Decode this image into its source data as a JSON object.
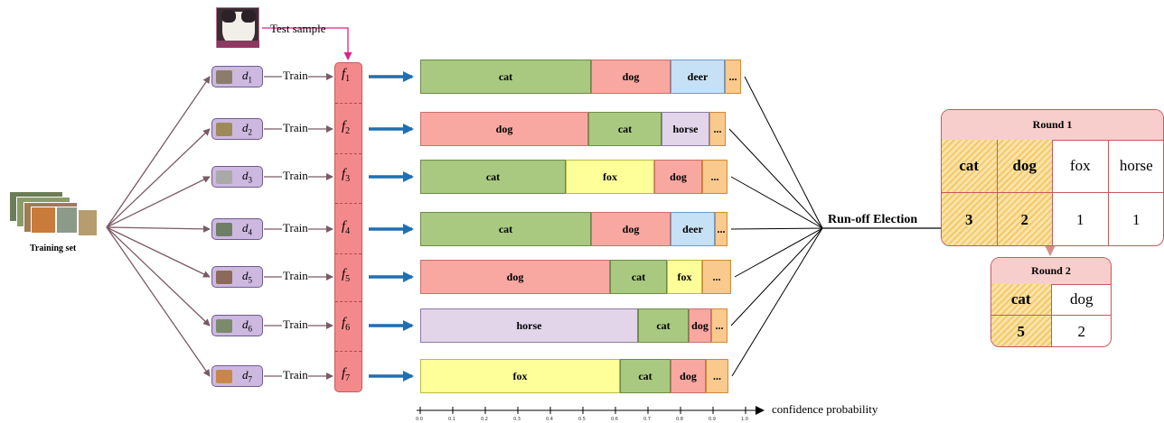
{
  "test_sample_label": "Test sample",
  "training_set_label": "Training set",
  "train_label": "Train",
  "election_label": "Run-off Election",
  "axis_label": "confidence probability",
  "axis_ticks": [
    "0.0",
    "0.1",
    "0.2",
    "0.3",
    "0.4",
    "0.5",
    "0.6",
    "0.7",
    "0.8",
    "0.9",
    "1.0"
  ],
  "datasets": [
    {
      "name": "d",
      "sub": "1"
    },
    {
      "name": "d",
      "sub": "2"
    },
    {
      "name": "d",
      "sub": "3"
    },
    {
      "name": "d",
      "sub": "4"
    },
    {
      "name": "d",
      "sub": "5"
    },
    {
      "name": "d",
      "sub": "6"
    },
    {
      "name": "d",
      "sub": "7"
    }
  ],
  "models": [
    {
      "name": "f",
      "sub": "1"
    },
    {
      "name": "f",
      "sub": "2"
    },
    {
      "name": "f",
      "sub": "3"
    },
    {
      "name": "f",
      "sub": "4"
    },
    {
      "name": "f",
      "sub": "5"
    },
    {
      "name": "f",
      "sub": "6"
    },
    {
      "name": "f",
      "sub": "7"
    }
  ],
  "colors": {
    "cat": "#a8c97f",
    "dog": "#f8a8a0",
    "deer": "#c6e0f5",
    "horse": "#e2d5ea",
    "fox": "#ffff99",
    "other": "#f9c98e"
  },
  "predictions": [
    [
      {
        "label": "cat",
        "class": "cat",
        "p": 0.54
      },
      {
        "label": "dog",
        "class": "dog",
        "p": 0.25
      },
      {
        "label": "deer",
        "class": "deer",
        "p": 0.17
      },
      {
        "label": "...",
        "class": "other",
        "p": 0.05
      }
    ],
    [
      {
        "label": "dog",
        "class": "dog",
        "p": 0.53
      },
      {
        "label": "cat",
        "class": "cat",
        "p": 0.23
      },
      {
        "label": "horse",
        "class": "horse",
        "p": 0.15
      },
      {
        "label": "...",
        "class": "other",
        "p": 0.05
      }
    ],
    [
      {
        "label": "cat",
        "class": "cat",
        "p": 0.46
      },
      {
        "label": "fox",
        "class": "fox",
        "p": 0.28
      },
      {
        "label": "dog",
        "class": "dog",
        "p": 0.15
      },
      {
        "label": "...",
        "class": "other",
        "p": 0.08
      }
    ],
    [
      {
        "label": "cat",
        "class": "cat",
        "p": 0.54
      },
      {
        "label": "dog",
        "class": "dog",
        "p": 0.25
      },
      {
        "label": "deer",
        "class": "deer",
        "p": 0.14
      },
      {
        "label": "...",
        "class": "other",
        "p": 0.04
      }
    ],
    [
      {
        "label": "dog",
        "class": "dog",
        "p": 0.6
      },
      {
        "label": "cat",
        "class": "cat",
        "p": 0.18
      },
      {
        "label": "fox",
        "class": "fox",
        "p": 0.11
      },
      {
        "label": "...",
        "class": "other",
        "p": 0.09
      }
    ],
    [
      {
        "label": "horse",
        "class": "horse",
        "p": 0.69
      },
      {
        "label": "cat",
        "class": "cat",
        "p": 0.16
      },
      {
        "label": "dog",
        "class": "dog",
        "p": 0.07
      },
      {
        "label": "...",
        "class": "other",
        "p": 0.05
      }
    ],
    [
      {
        "label": "fox",
        "class": "fox",
        "p": 0.63
      },
      {
        "label": "cat",
        "class": "cat",
        "p": 0.16
      },
      {
        "label": "dog",
        "class": "dog",
        "p": 0.11
      },
      {
        "label": "...",
        "class": "other",
        "p": 0.07
      }
    ]
  ],
  "round1": {
    "title": "Round 1",
    "candidates": [
      "cat",
      "dog",
      "fox",
      "horse"
    ],
    "votes": [
      "3",
      "2",
      "1",
      "1"
    ],
    "advancing": [
      true,
      true,
      false,
      false
    ]
  },
  "round2": {
    "title": "Round 2",
    "candidates": [
      "cat",
      "dog"
    ],
    "votes": [
      "5",
      "2"
    ],
    "winner": [
      true,
      false
    ]
  }
}
